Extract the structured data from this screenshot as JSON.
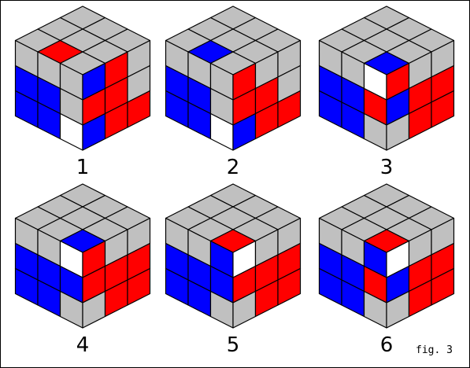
{
  "figure": {
    "caption": "fig. 3",
    "background": "#ffffff"
  },
  "colors": {
    "W": "#ffffff",
    "R": "#ff0000",
    "B": "#0000ff",
    "G": "#c0c0c0",
    "edge": "#000000"
  },
  "cubes": [
    {
      "label": "1",
      "top": [
        "GGG",
        "GGR",
        "GGG"
      ],
      "left": [
        "GGG",
        "BBG",
        "BBW"
      ],
      "right": [
        "BRG",
        "RRG",
        "BRR"
      ]
    },
    {
      "label": "2",
      "top": [
        "GGG",
        "GGB",
        "GGG"
      ],
      "left": [
        "GGG",
        "BBG",
        "BBW"
      ],
      "right": [
        "RGG",
        "RRG",
        "BRR"
      ]
    },
    {
      "label": "3",
      "top": [
        "GGG",
        "GGG",
        "GGB"
      ],
      "left": [
        "GGW",
        "BBR",
        "BBG"
      ],
      "right": [
        "RGG",
        "BRR",
        "GRR"
      ]
    },
    {
      "label": "4",
      "top": [
        "GGG",
        "GGG",
        "GGB"
      ],
      "left": [
        "GGW",
        "BBB",
        "BBG"
      ],
      "right": [
        "RGG",
        "RRR",
        "GRR"
      ]
    },
    {
      "label": "5",
      "top": [
        "GGG",
        "GGG",
        "GGR"
      ],
      "left": [
        "GGB",
        "BBB",
        "BBG"
      ],
      "right": [
        "WGG",
        "RRR",
        "GRR"
      ]
    },
    {
      "label": "6",
      "top": [
        "GGG",
        "GGG",
        "GGR"
      ],
      "left": [
        "GGB",
        "BBR",
        "BBG"
      ],
      "right": [
        "WGG",
        "BRR",
        "GRR"
      ]
    }
  ]
}
